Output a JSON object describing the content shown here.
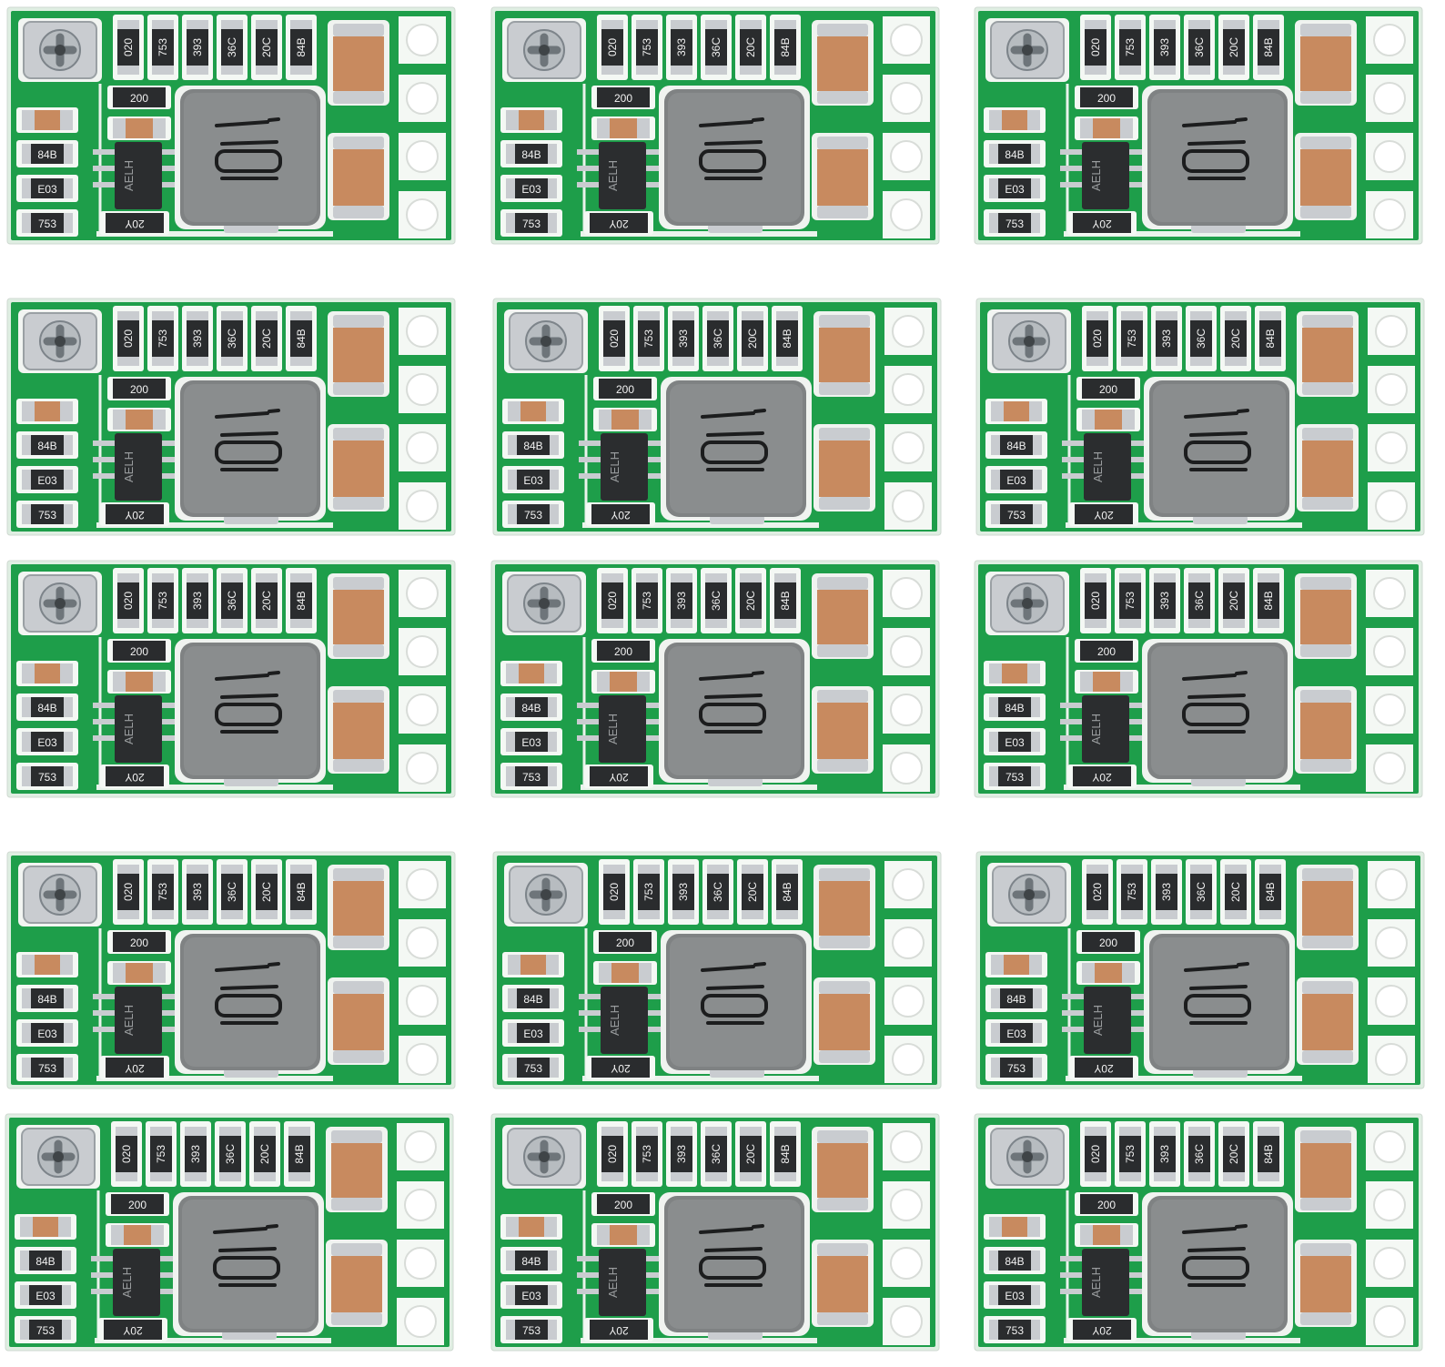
{
  "image": {
    "subject": "grid of 15 identical mini buck converter PCB modules",
    "background": "#ffffff"
  },
  "board_layout": {
    "rows": 5,
    "columns": 3,
    "count": 15
  },
  "colors": {
    "pcb": "#1e9e4a",
    "pcb_edge": "#e8f2ea",
    "silkscreen": "#f4f8f4",
    "inductor": "#7f8283",
    "capacitor": "#c88a5f",
    "solder": "#c9ccd0",
    "ic": "#2b2d2f"
  },
  "labels": {
    "top_resistors": [
      "020",
      "753",
      "393",
      "36C",
      "20C",
      "84B"
    ],
    "mid_resistor": "200",
    "left_resistors": [
      "84B",
      "E03",
      "753"
    ],
    "bottom_resistor": "20Y",
    "ic_marking": "AELH"
  },
  "icons": {
    "potentiometer": "trimmer-potentiometer-icon",
    "inductor": "smd-inductor-icon",
    "capacitor": "smd-capacitor-icon",
    "ic": "sot23-6-chip-icon",
    "pad": "through-hole-pad-icon"
  }
}
